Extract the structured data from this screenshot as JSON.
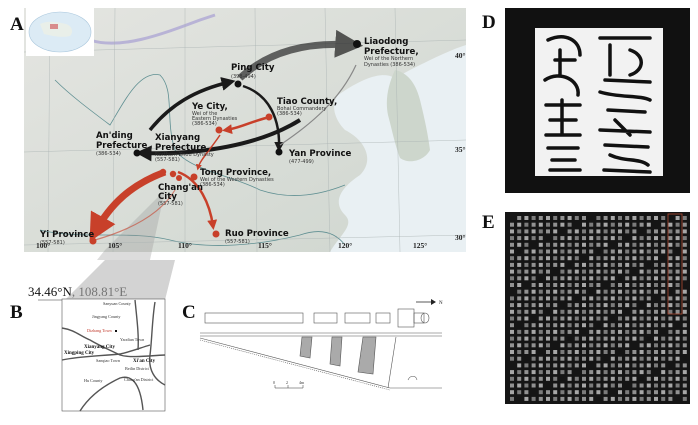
{
  "figure": {
    "panel_labels": [
      "A",
      "B",
      "C",
      "D",
      "E"
    ]
  },
  "panelA": {
    "graticule": {
      "longitudes": [
        "100°",
        "105°",
        "110°",
        "115°",
        "120°",
        "125°"
      ],
      "latitudes": [
        "40°",
        "35°",
        "30°"
      ]
    },
    "places": [
      {
        "name": "Liaodong",
        "name2": "Prefecture,",
        "sub": [
          "Wei of the Northern",
          "Dynasties (386-534)"
        ],
        "kind": "black"
      },
      {
        "name": "Ping City",
        "name2": "",
        "sub": [
          "(398-494)"
        ],
        "kind": "black"
      },
      {
        "name": "Ye City,",
        "name2": "",
        "sub": [
          "Wei of the",
          "Eastern Dynasties",
          "(386-534)"
        ],
        "kind": "red"
      },
      {
        "name": "Tiao County,",
        "name2": "",
        "sub": [
          "Bohai Commandery",
          "(386-534)"
        ],
        "kind": "red"
      },
      {
        "name": "An'ding",
        "name2": "Prefecture",
        "sub": [
          "(386-534)"
        ],
        "kind": "black"
      },
      {
        "name": "Xianyang",
        "name2": "Prefecture,",
        "sub": [
          "Northern Zhou Dynasty",
          "(557-581)"
        ],
        "kind": "red"
      },
      {
        "name": "Yan Province",
        "name2": "",
        "sub": [
          "(477-499)"
        ],
        "kind": "black"
      },
      {
        "name": "Tong Province,",
        "name2": "",
        "sub": [
          "Wei of the Western Dynasties",
          "(386-534)"
        ],
        "kind": "red"
      },
      {
        "name": "Chang'an",
        "name2": "City",
        "sub": [
          "(557-581)"
        ],
        "kind": "red"
      },
      {
        "name": "Yi Province",
        "name2": "",
        "sub": [
          "(557-581)"
        ],
        "kind": "red"
      },
      {
        "name": "Ruo Province",
        "name2": "",
        "sub": [
          "(557-581)"
        ],
        "kind": "red"
      }
    ],
    "colors": {
      "black_route": "#1a1a1a",
      "red_route": "#c8402a",
      "sea": "#e6eef2",
      "land": "#d9ddd6"
    }
  },
  "panelB": {
    "coordinate": "34.46°N, 108.81°E",
    "labels": {
      "sanyuan": "Sanyuan County",
      "jingyang": "Jingyang County",
      "dizhang": "Dizhang Town",
      "yaodian": "Yaodian Town",
      "xianyang": "Xianyang City",
      "xingping": "Xingping City",
      "sanqiao": "Sanqiao Town",
      "xian": "Xi'an City",
      "beilin": "Beilin District",
      "hu": "Hu County",
      "changan": "Chang'an District"
    }
  },
  "panelC": {
    "north_label": "N",
    "scale_ticks": [
      "0",
      "2",
      "4m"
    ]
  },
  "panelD": {
    "description": "seal script epitaph cover rubbing"
  },
  "panelE": {
    "description": "epitaph text rubbing with highlighted column"
  }
}
